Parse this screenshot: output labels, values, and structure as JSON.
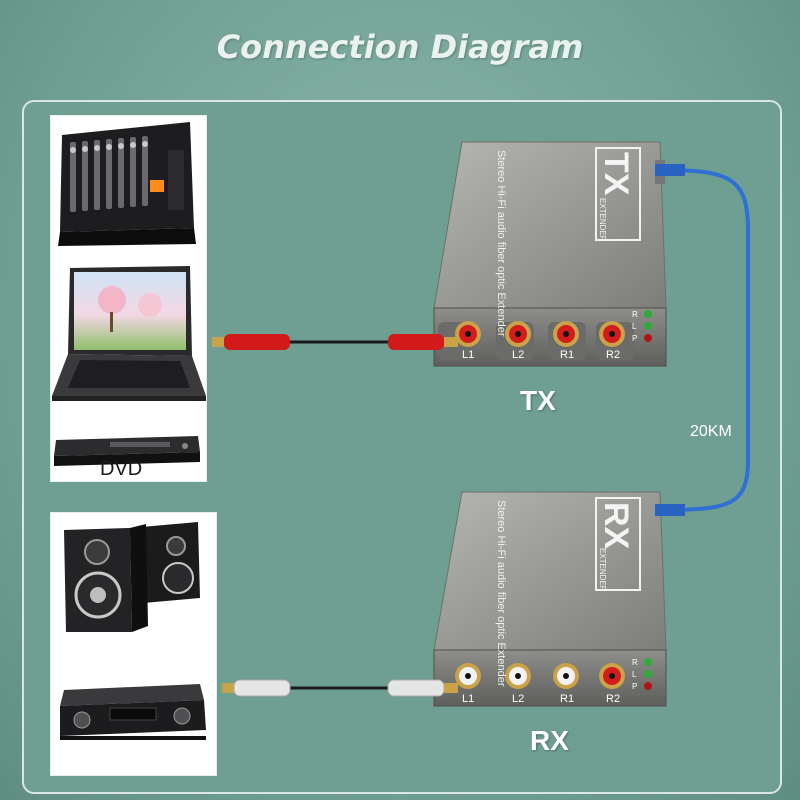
{
  "title": "Connection Diagram",
  "distance": "20KM",
  "tx": {
    "label": "TX",
    "badge": "TX",
    "badge_sub": "EXTENDER",
    "product_text": "Stereo Hi-Fi audio fiber optic Extender",
    "ports": [
      "L1",
      "L2",
      "R1",
      "R2"
    ],
    "leds": [
      "R",
      "L",
      "P"
    ]
  },
  "rx": {
    "label": "RX",
    "badge": "RX",
    "badge_sub": "EXTENDER",
    "product_text": "Stereo Hi-Fi audio fiber optic Extender",
    "ports": [
      "L1",
      "L2",
      "R1",
      "R2"
    ],
    "leds": [
      "R",
      "L",
      "P"
    ]
  },
  "sources": {
    "dvd_label": "DVD"
  },
  "colors": {
    "background": "#6f9e92",
    "fiber": "#2f6fd6",
    "rca_red": "#d21a1a",
    "rca_white": "#e6e6e6",
    "device_body": "#8a8a86"
  }
}
